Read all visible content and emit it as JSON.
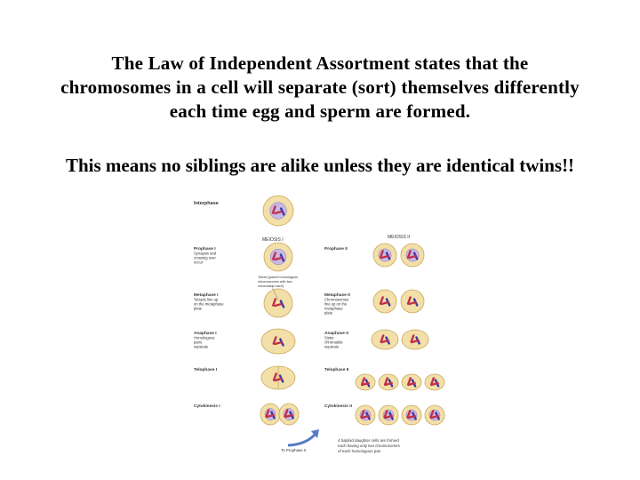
{
  "slide": {
    "statement_lines": [
      "The Law of Independent Assortment states that the",
      "chromosomes in a cell will separate (sort) themselves differently",
      "each time egg and sperm are formed."
    ],
    "note": "This means no siblings are alike unless they are identical twins!!"
  },
  "figure": {
    "interphase_label": "Interphase",
    "meiosis1_header": "MEIOSIS I",
    "meiosis2_header": "MEIOSIS II",
    "left_labels": [
      {
        "title": "Prophase I",
        "detail": [
          "Synapsis and",
          "crossing over",
          "occur"
        ]
      },
      {
        "title": "Metaphase I",
        "detail": [
          "Tetrads line up",
          "on the metaphase",
          "plate"
        ]
      },
      {
        "title": "Anaphase I",
        "detail": [
          "Homologous",
          "pairs",
          "separate"
        ]
      },
      {
        "title": "Telophase I",
        "detail": []
      },
      {
        "title": "Cytokinesis I",
        "detail": []
      }
    ],
    "right_labels": [
      {
        "title": "Prophase II",
        "detail": []
      },
      {
        "title": "Metaphase II",
        "detail": [
          "Chromosomes",
          "line up on the",
          "metaphase",
          "plate"
        ]
      },
      {
        "title": "Anaphase II",
        "detail": [
          "Sister",
          "chromatids",
          "separate"
        ]
      },
      {
        "title": "Telophase II",
        "detail": []
      },
      {
        "title": "Cytokinesis II",
        "detail": []
      }
    ],
    "tetrad_callout": [
      "Tetrad (paired homologous",
      "chromosomes with two",
      "chromatids each)"
    ],
    "to_prophase_label": "To Prophase II",
    "caption": [
      "4 haploid daughter cells are formed",
      "each having only two chromosomes",
      "of each homologous pair"
    ]
  },
  "colors": {
    "cell_fill": "#f3dfa8",
    "cell_stroke": "#c9a85a",
    "nucleus": "#c8b8e6",
    "chromosome_red": "#c0304a",
    "chromosome_blue": "#3a3aa8",
    "arrow": "#5a7ac8"
  }
}
